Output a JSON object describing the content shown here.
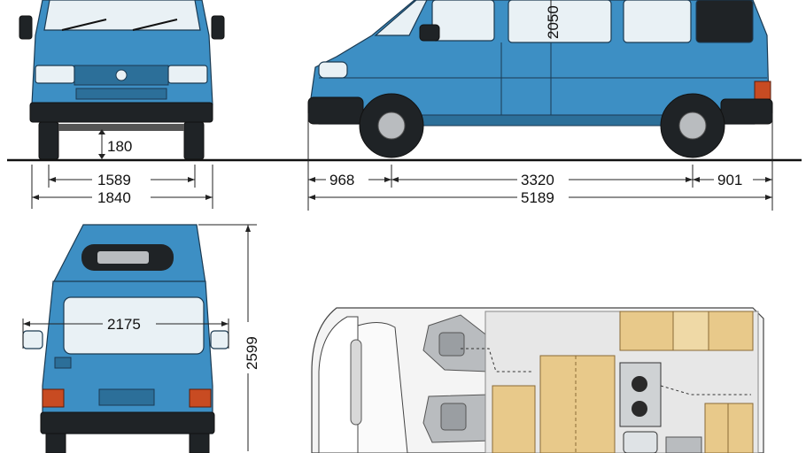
{
  "dimensions": {
    "ground_clearance": "180",
    "front_track": "1589",
    "overall_width": "1840",
    "front_overhang": "968",
    "wheelbase": "3320",
    "rear_overhang": "901",
    "overall_length": "5189",
    "interior_height": "2050",
    "mirror_width": "2175",
    "overall_height": "2599"
  },
  "colors": {
    "body": "#3d8fc4",
    "outline": "#1b3a52",
    "interior_tan": "#e8c98a"
  }
}
